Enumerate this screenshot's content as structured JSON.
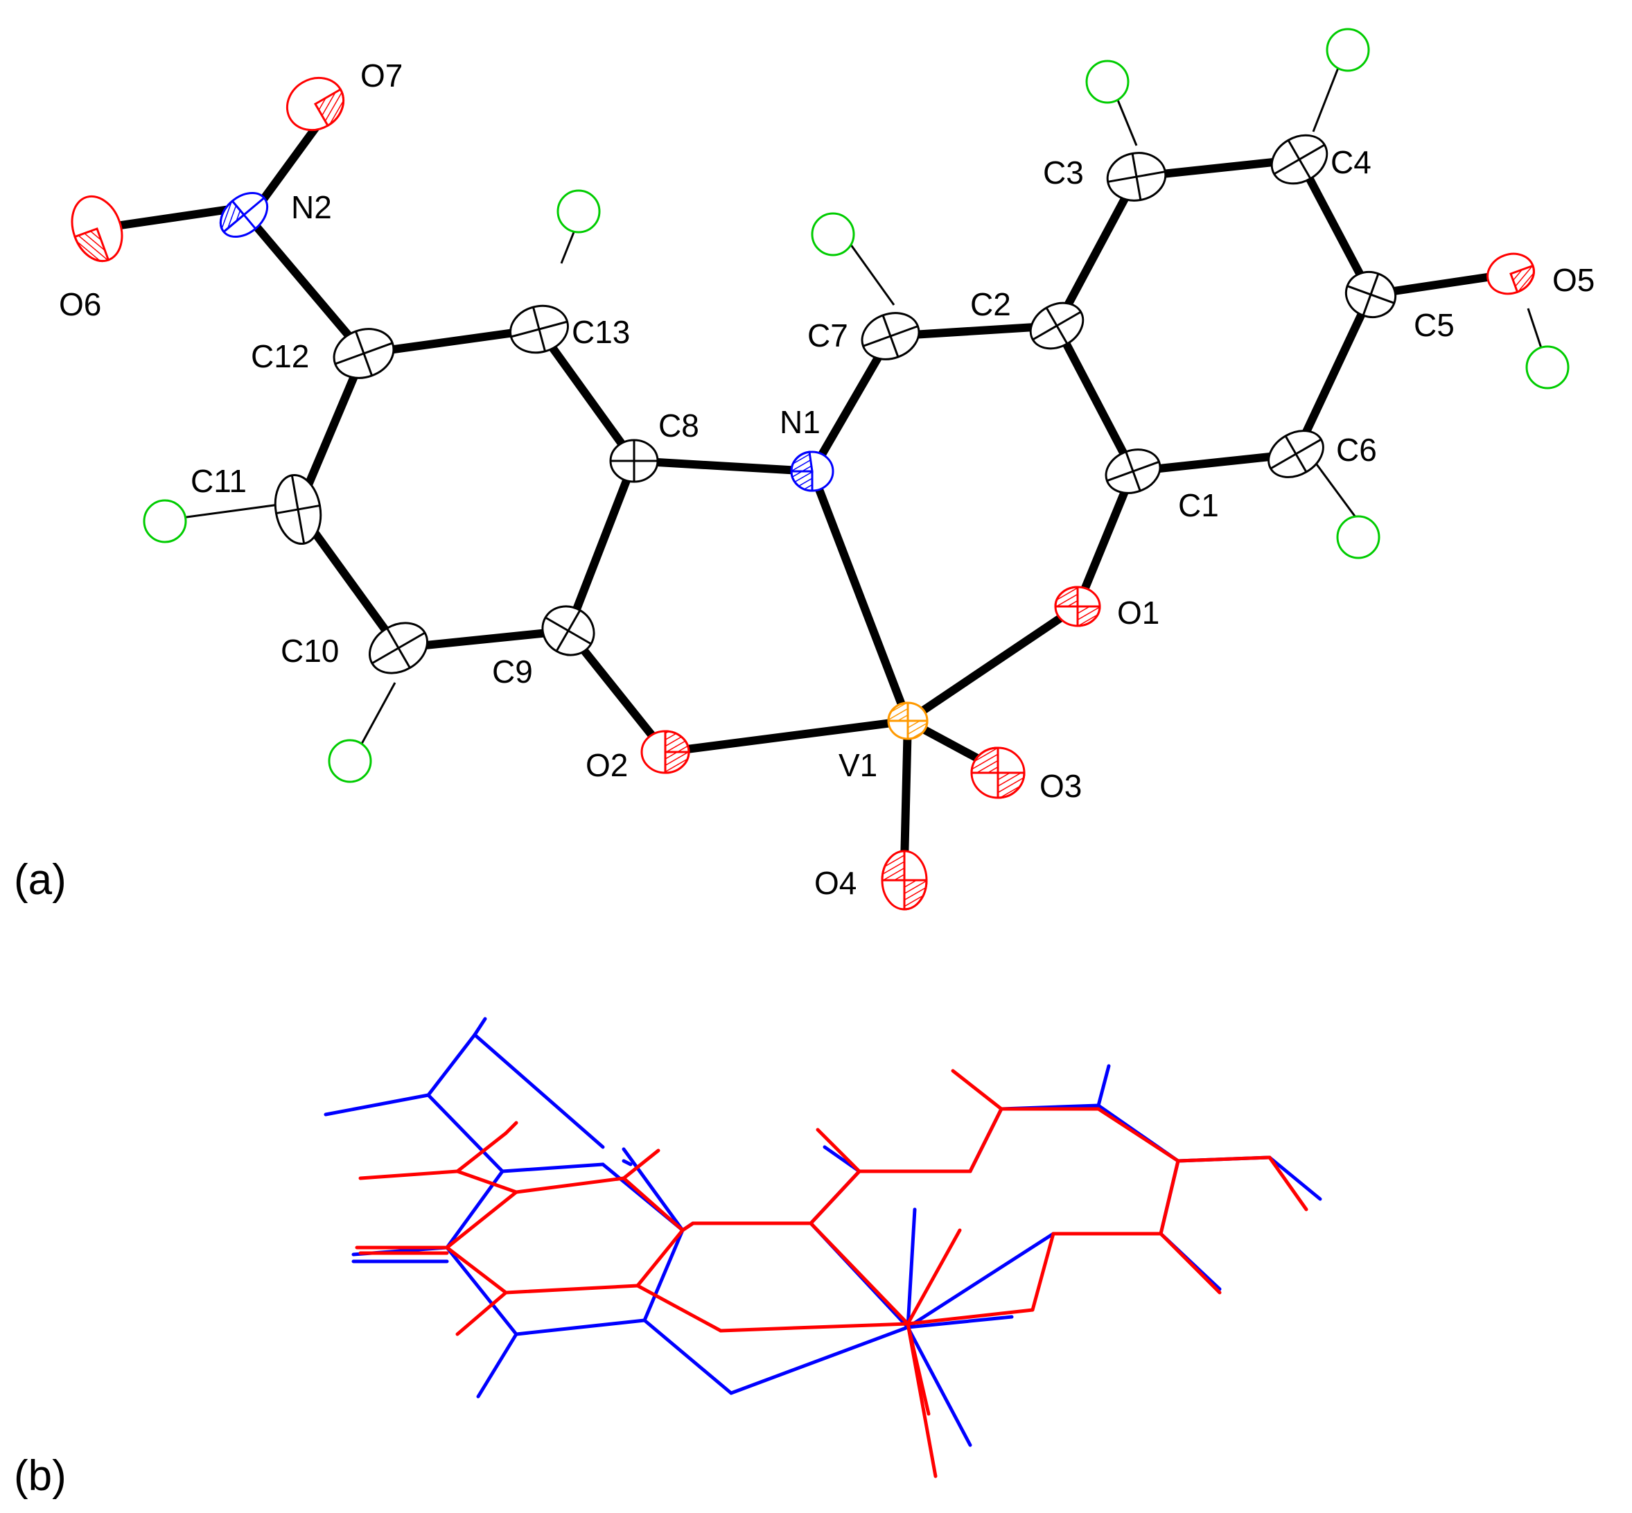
{
  "figure": {
    "panel_a": {
      "label": "(a)",
      "atom_labels": [
        "O7",
        "N2",
        "O6",
        "C12",
        "C13",
        "C11",
        "C10",
        "C9",
        "C8",
        "N1",
        "C7",
        "C2",
        "C3",
        "C4",
        "C5",
        "O5",
        "C1",
        "C6",
        "O1",
        "O2",
        "V1",
        "O3",
        "O4"
      ]
    },
    "panel_b": {
      "label": "(b)",
      "overlay_colors": {
        "structure_1": "#ff0000",
        "structure_2": "#0000ff"
      }
    },
    "colors": {
      "carbon": "#000000",
      "nitrogen": "#0000ff",
      "oxygen": "#ff0000",
      "hydrogen": "#00cc00",
      "vanadium": "#ff9900",
      "bond": "#000000"
    }
  }
}
